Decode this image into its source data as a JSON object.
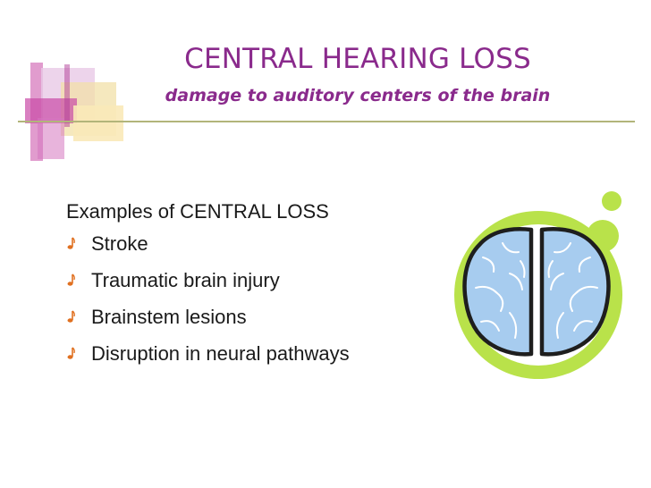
{
  "title": "CENTRAL HEARING LOSS",
  "subtitle": "damage to auditory centers of the brain",
  "section_heading": "Examples of CENTRAL LOSS",
  "bullets": [
    "Stroke",
    "Traumatic brain injury",
    "Brainstem lesions",
    "Disruption in neural pathways"
  ],
  "colors": {
    "title": "#8a2a8c",
    "rule": "#b2b57a",
    "green": "#b9e24a",
    "brain_fill": "#a7ccef",
    "bullet": "#e07020"
  },
  "icons": {
    "bullet": "music-note-bullet",
    "illustration": "brain-icon"
  }
}
